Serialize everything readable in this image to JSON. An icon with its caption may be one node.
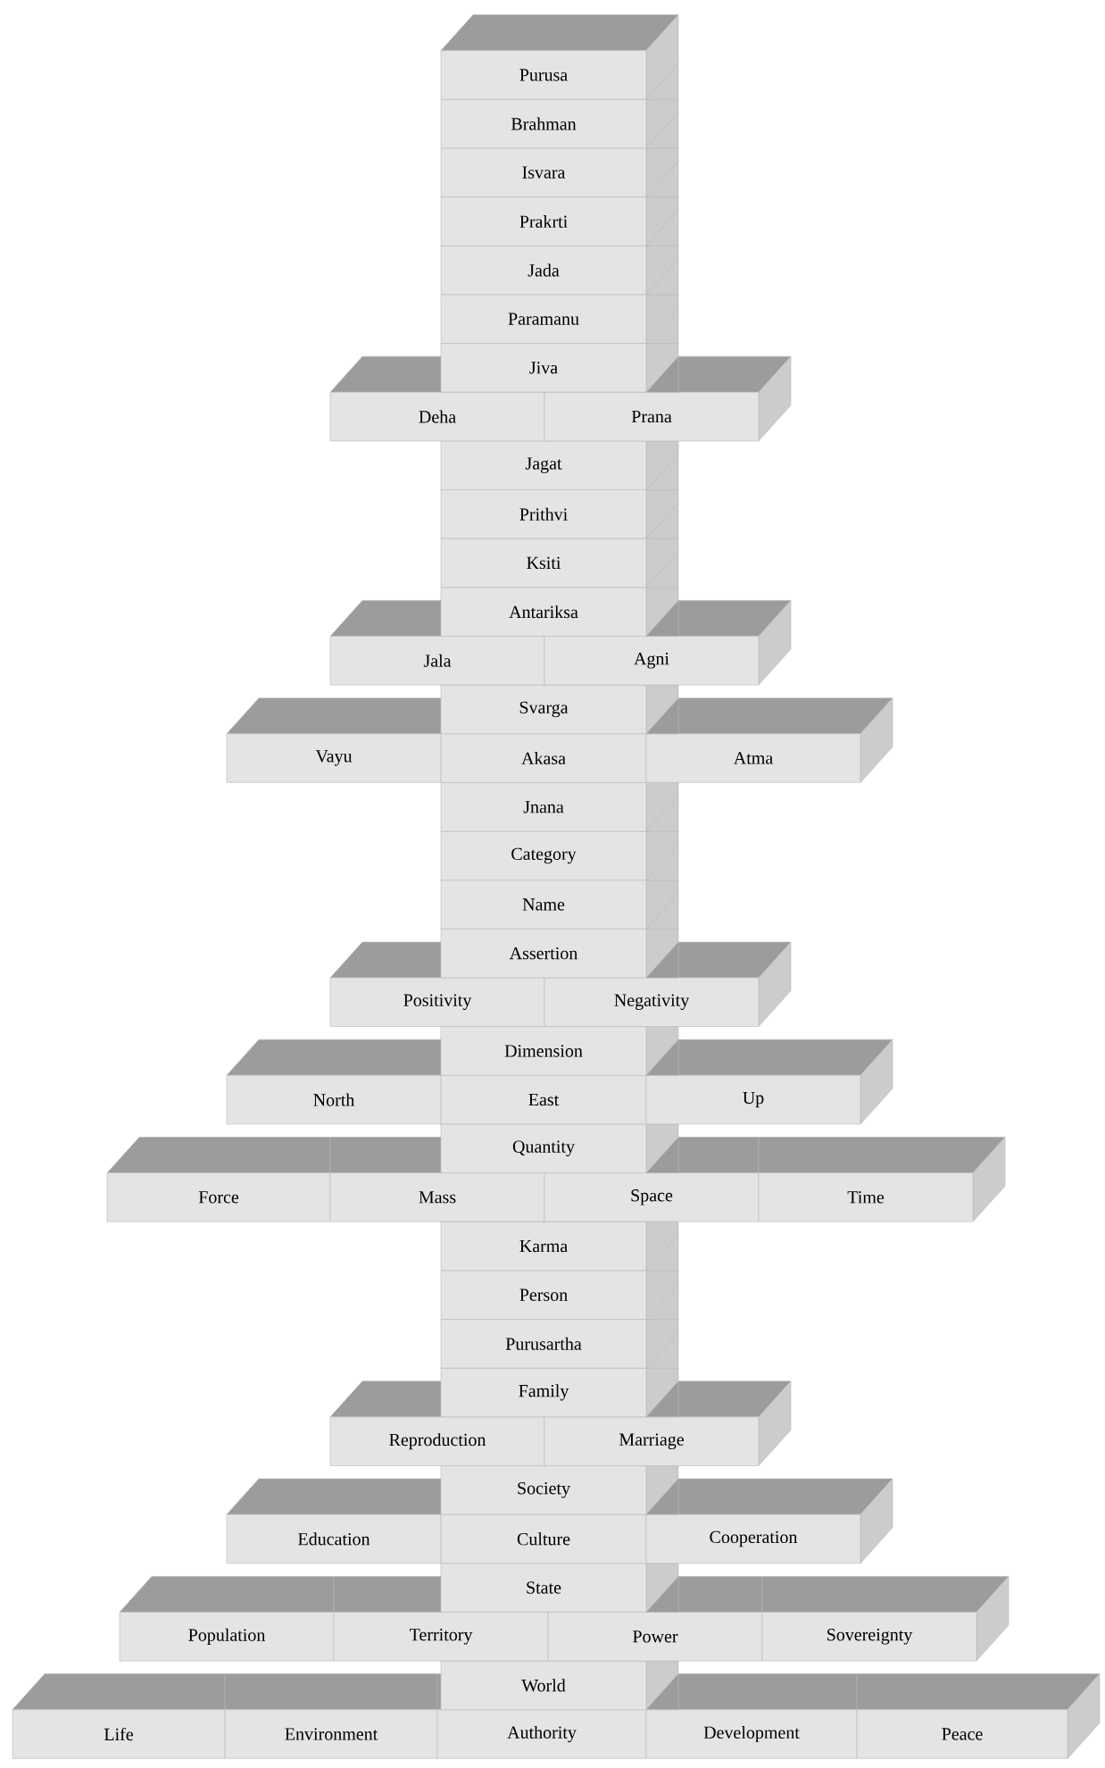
{
  "diagram": {
    "nodes": [
      {
        "text": [
          "Purusa"
        ]
      },
      {
        "text": [
          "Brahman"
        ]
      },
      {
        "text": [
          "Isvara"
        ]
      },
      {
        "text": [
          "Prakrti"
        ]
      },
      {
        "text": [
          "Jada"
        ]
      },
      {
        "text": [
          "Paramanu"
        ]
      },
      {
        "text": [
          "Jiva"
        ]
      },
      {
        "text": [
          "Deha"
        ]
      },
      {
        "text": [
          "Prana"
        ]
      },
      {
        "text": [
          "Jagat"
        ]
      },
      {
        "text": [
          "Prithvi"
        ]
      },
      {
        "text": [
          "Ksiti"
        ]
      },
      {
        "text": [
          "Antariksa"
        ]
      },
      {
        "text": [
          "Jala"
        ]
      },
      {
        "text": [
          "Agni"
        ]
      },
      {
        "text": [
          "Svarga"
        ]
      },
      {
        "text": [
          "Vayu"
        ]
      },
      {
        "text": [
          "Akasa"
        ]
      },
      {
        "text": [
          "Atma"
        ]
      },
      {
        "text": [
          "Jnana"
        ]
      },
      {
        "text": [
          "Category"
        ]
      },
      {
        "text": [
          "Name"
        ]
      },
      {
        "text": [
          "Assertion"
        ]
      },
      {
        "text": [
          "Positivity"
        ]
      },
      {
        "text": [
          "Negativity"
        ]
      },
      {
        "text": [
          "Dimension"
        ]
      },
      {
        "text": [
          "North"
        ]
      },
      {
        "text": [
          "East"
        ]
      },
      {
        "text": [
          "Up"
        ]
      },
      {
        "text": [
          "Quantity"
        ]
      },
      {
        "text": [
          "Force"
        ]
      },
      {
        "text": [
          "Mass"
        ]
      },
      {
        "text": [
          "Space"
        ]
      },
      {
        "text": [
          "Time"
        ]
      },
      {
        "text": [
          "Karma"
        ]
      },
      {
        "text": [
          "Person"
        ]
      },
      {
        "text": [
          "Purusartha"
        ]
      },
      {
        "text": [
          "Family"
        ]
      },
      {
        "text": [
          "Reproduction"
        ]
      },
      {
        "text": [
          "Marriage"
        ]
      },
      {
        "text": [
          "Society"
        ]
      },
      {
        "text": [
          "Education"
        ]
      },
      {
        "text": [
          "Culture"
        ]
      },
      {
        "text": [
          "Cooperation"
        ]
      },
      {
        "text": [
          "State"
        ]
      },
      {
        "text": [
          "Population"
        ]
      },
      {
        "text": [
          "Territory"
        ]
      },
      {
        "text": [
          "Power"
        ]
      },
      {
        "text": [
          "Sovereignty"
        ]
      },
      {
        "text": [
          "World"
        ]
      },
      {
        "text": [
          "Life"
        ]
      },
      {
        "text": [
          "Environment"
        ]
      },
      {
        "text": [
          "Authority"
        ]
      },
      {
        "text": [
          "Development"
        ]
      },
      {
        "text": [
          "Peace"
        ]
      }
    ]
  }
}
